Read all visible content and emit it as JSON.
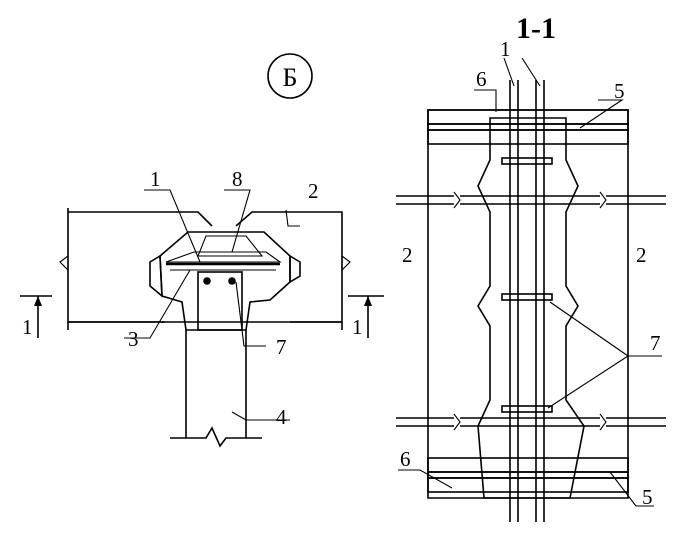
{
  "detail": {
    "marker": "Б",
    "callouts": {
      "c1": "1",
      "c2": "2",
      "c3": "3",
      "c4": "4",
      "c7": "7",
      "c8": "8"
    },
    "section_marks": {
      "left": "1",
      "right": "1"
    }
  },
  "section": {
    "title": "1-1",
    "callouts": {
      "c1": "1",
      "c6_top": "6",
      "c5_top": "5",
      "c2_left": "2",
      "c2_right": "2",
      "c7": "7",
      "c6_bottom": "6",
      "c5_bottom": "5"
    }
  }
}
